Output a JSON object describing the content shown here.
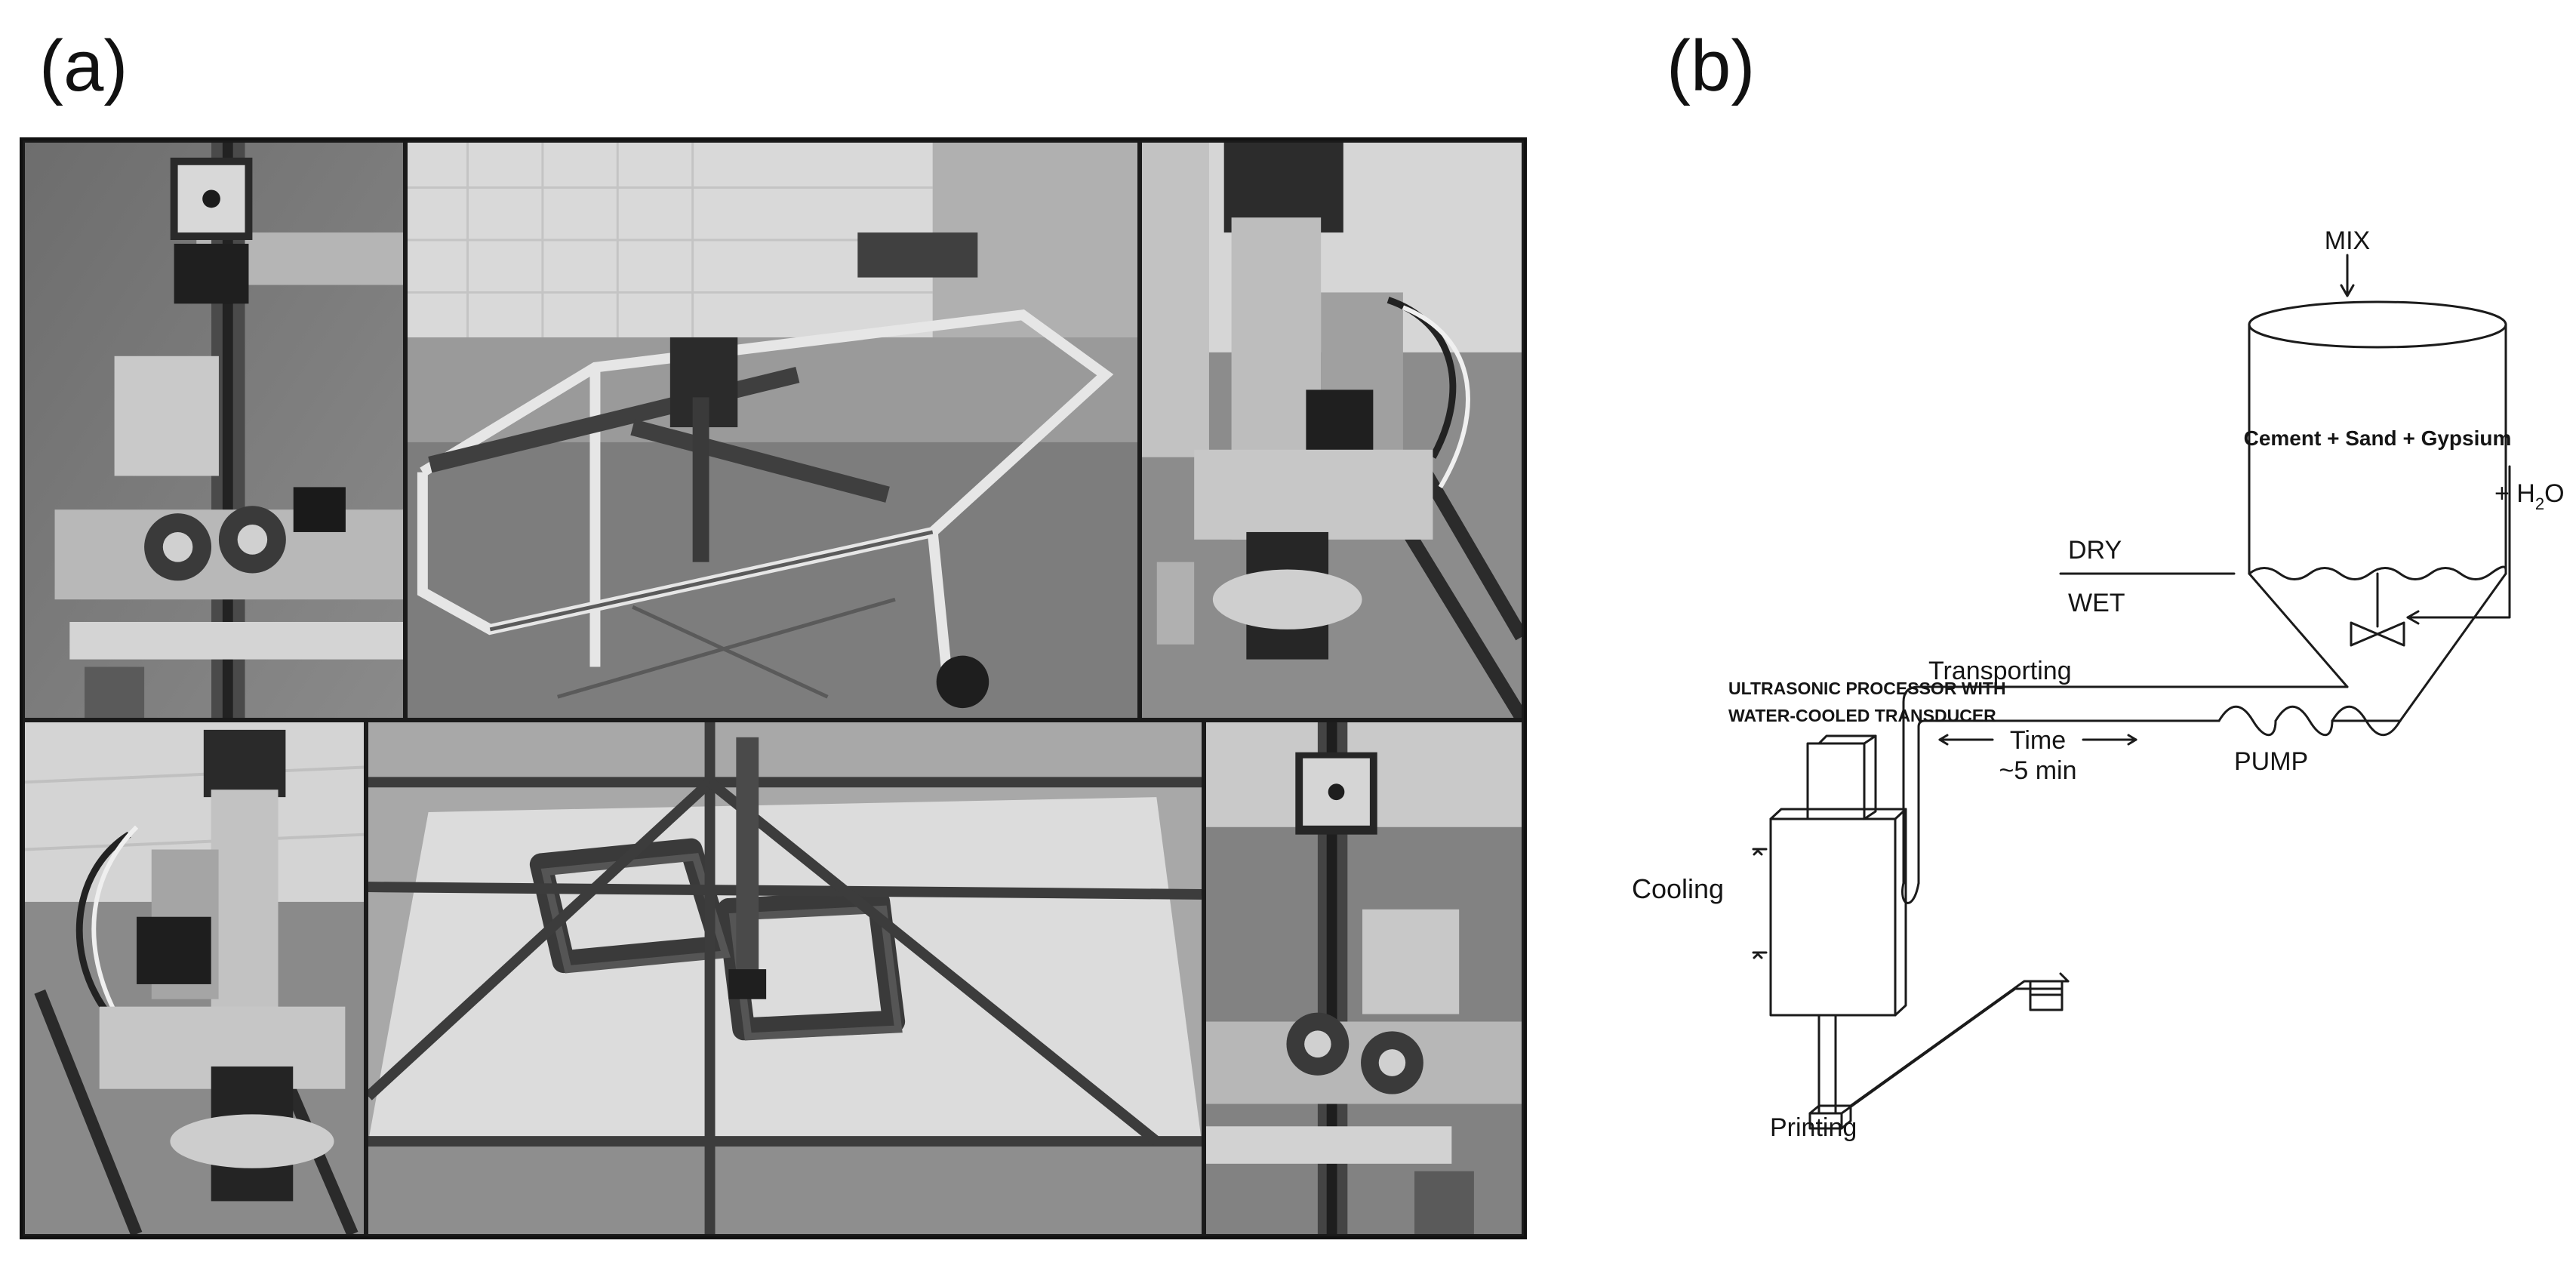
{
  "figure": {
    "panel_a_label": "(a)",
    "panel_b_label": "(b)"
  },
  "photos": [
    {
      "name": "photo-xaxis-motor-top"
    },
    {
      "name": "photo-gantry-frame-overview"
    },
    {
      "name": "photo-printhead-side"
    },
    {
      "name": "photo-printhead-front"
    },
    {
      "name": "photo-printed-layers-closeup"
    },
    {
      "name": "photo-yaxis-motor-top"
    }
  ],
  "diagram": {
    "mix": "MIX",
    "hopper_contents": "Cement + Sand + Gypsium",
    "water_prefix": "+ H",
    "water_sub": "2",
    "water_suffix": "O",
    "dry": "DRY",
    "wet": "WET",
    "processor_line1": "ULTRASONIC PROCESSOR WITH",
    "processor_line2": "WATER-COOLED TRANSDUCER",
    "transporting": "Transporting",
    "time": "Time",
    "duration": "~5 min",
    "pump": "PUMP",
    "cooling": "Cooling",
    "printing": "Printing"
  }
}
